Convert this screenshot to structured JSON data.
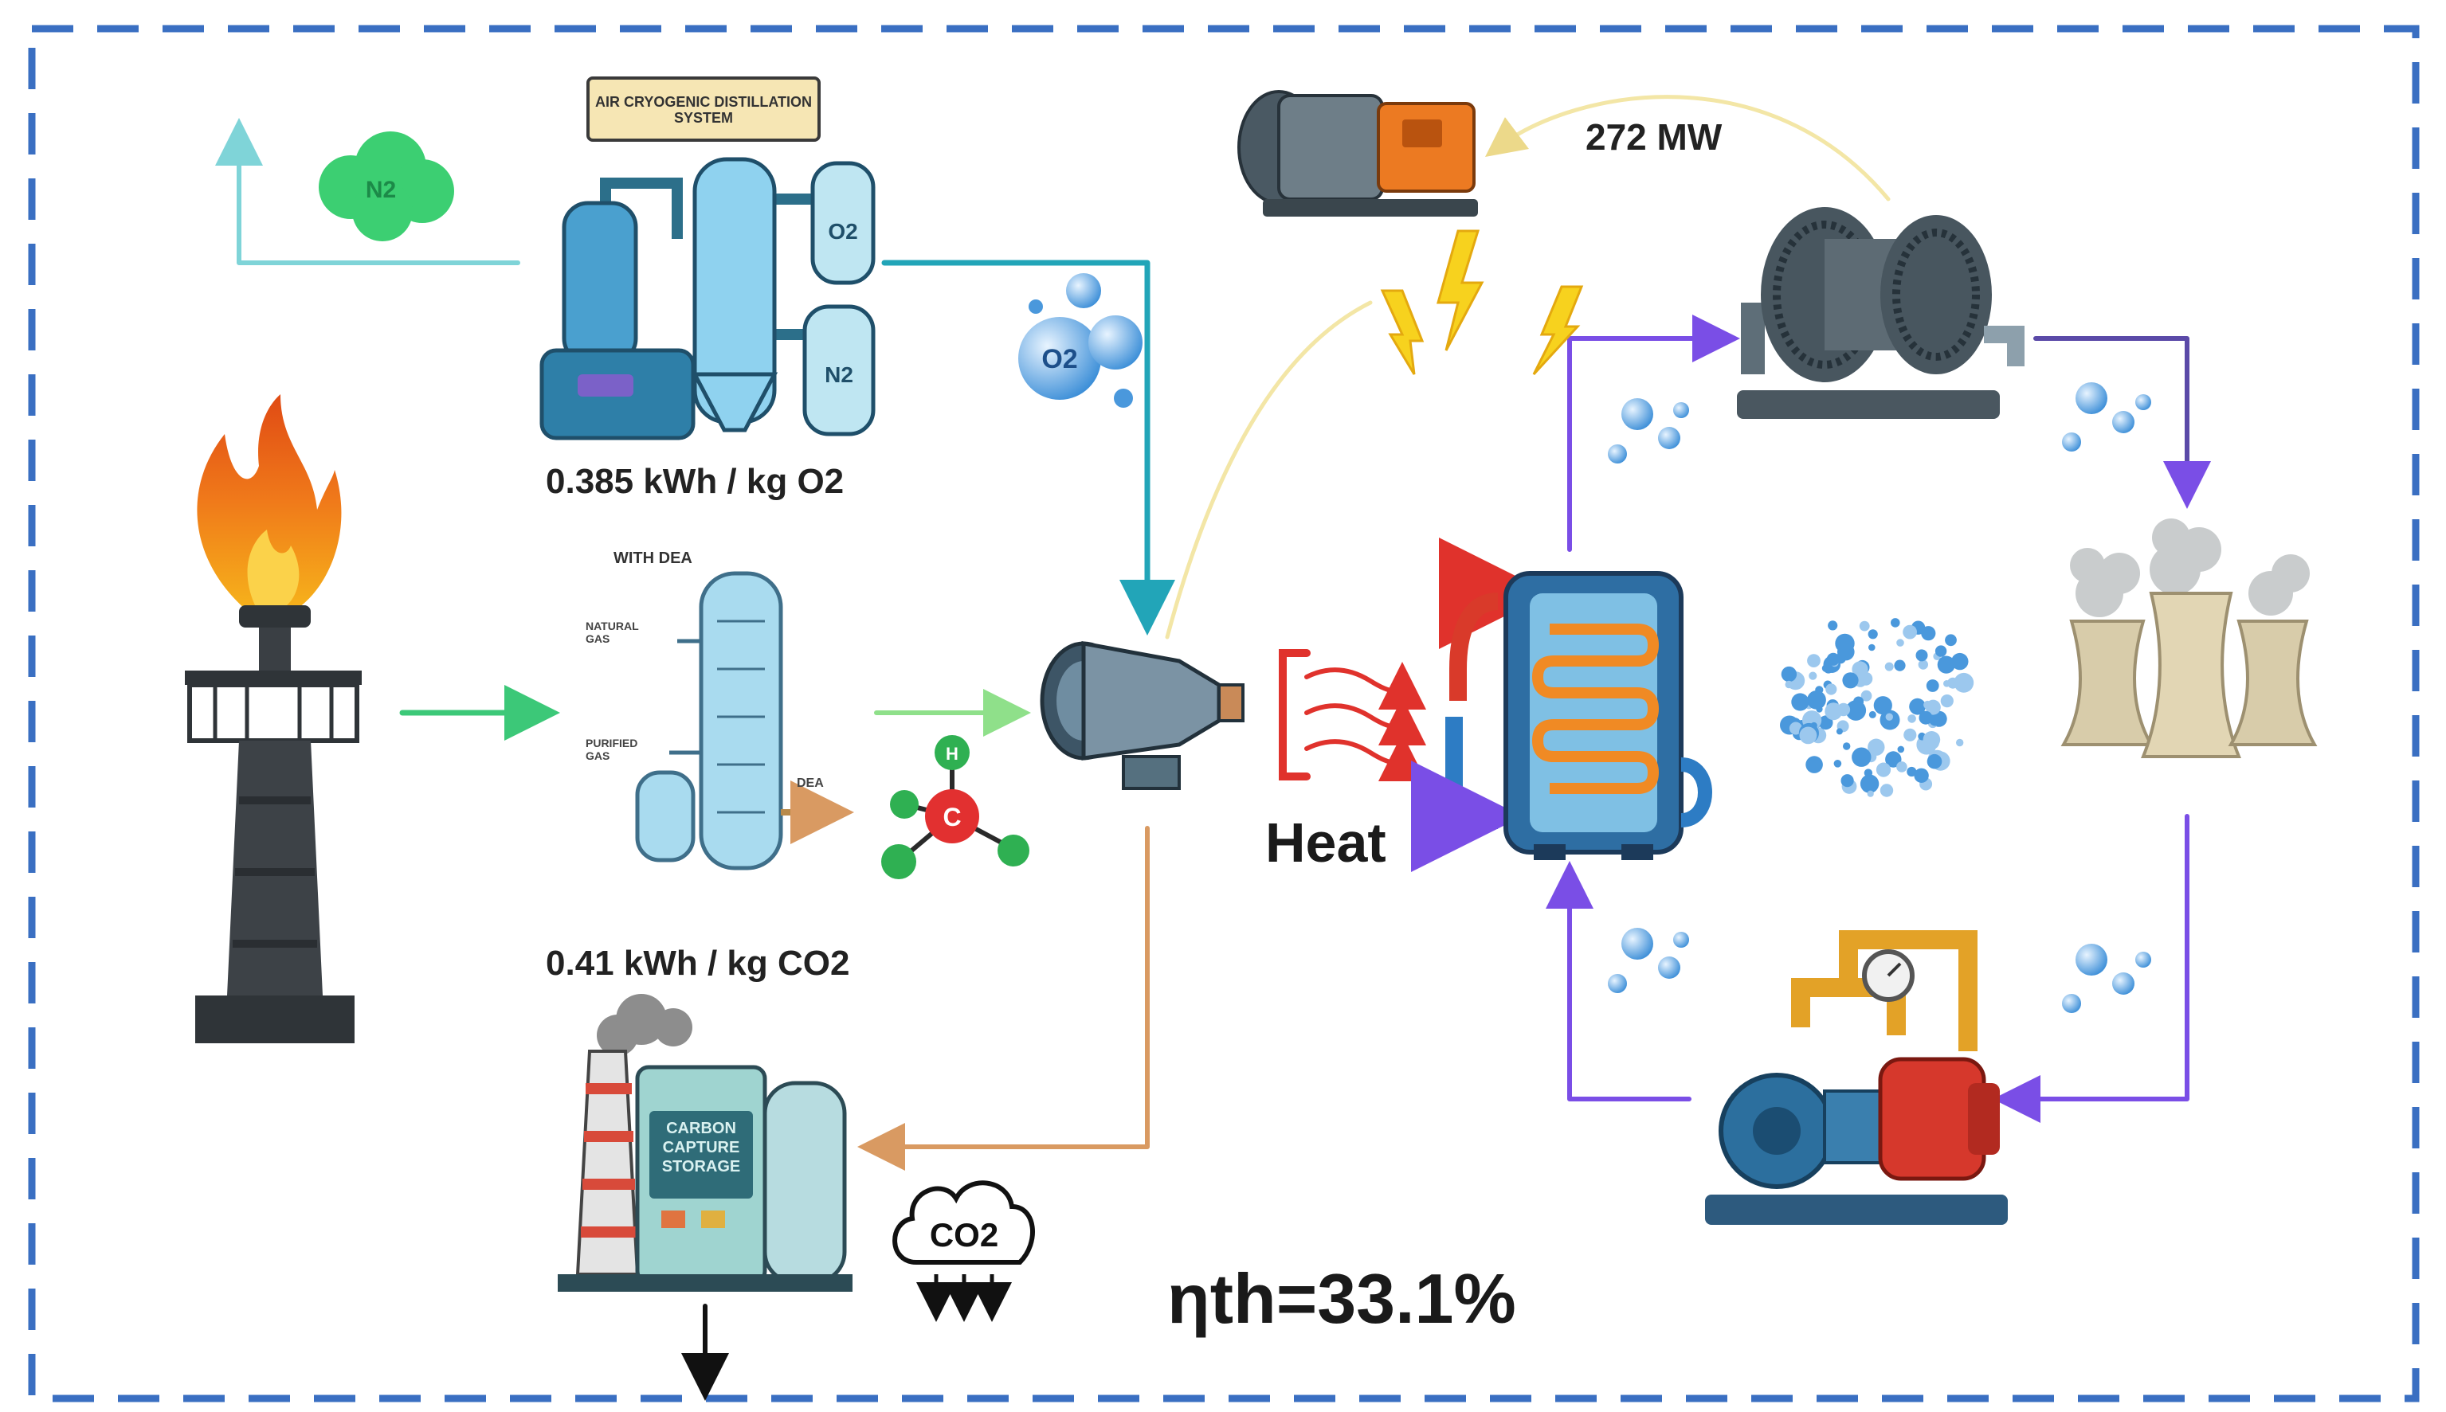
{
  "labels": {
    "asu_sign": "AIR CRYOGENIC DISTILLATION SYSTEM",
    "asu_energy": "0.385 kWh / kg O2",
    "amine_top": "WITH DEA",
    "amine_natural_gas": "NATURAL GAS",
    "amine_purified_gas": "PURIFIED GAS",
    "amine_dea_out": "DEA",
    "amine_energy": "0.41 kWh / kg CO2",
    "ccs_sign": "CARBON CAPTURE STORAGE",
    "heat": "Heat",
    "power": "272 MW",
    "efficiency": "ηth=33.1%"
  },
  "chem": {
    "n2": "N2",
    "o2": "O2",
    "co2": "CO2",
    "carbon": "C",
    "hydrogen": "H",
    "tank_o2": "O2",
    "tank_n2": "N2"
  },
  "colors": {
    "frame": "#3a6fc2",
    "n2_line": "#7fd4d8",
    "o2_line": "#22a5b8",
    "gas_line": "#3cc878",
    "exhaust_line": "#d99a62",
    "cycle_line": "#7a4ee6",
    "power_arc": "#f3e6a6",
    "heat_red": "#e0322c",
    "bolt": "#f7d21e"
  }
}
